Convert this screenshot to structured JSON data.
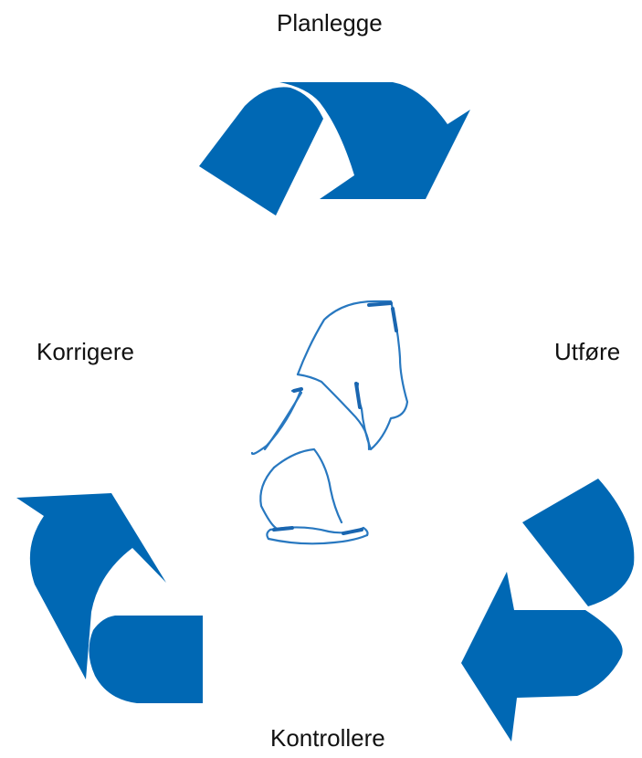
{
  "diagram": {
    "steps": [
      {
        "label": "Planlegge"
      },
      {
        "label": "Utføre"
      },
      {
        "label": "Kontrollere"
      },
      {
        "label": "Korrigere"
      }
    ],
    "arrow_color": "#0068B4",
    "center_icon": "chess-knight-icon"
  }
}
